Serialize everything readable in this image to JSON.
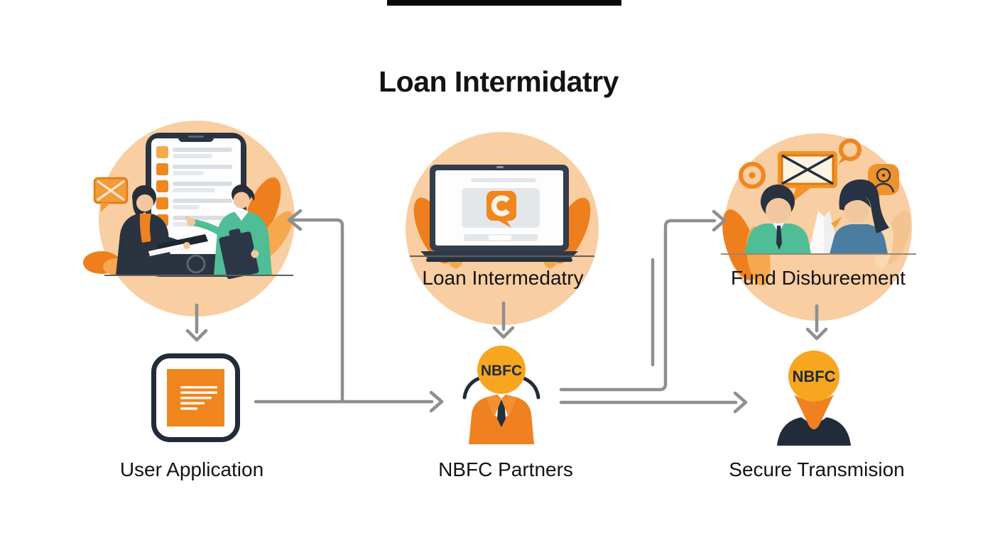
{
  "title": "Loan Intermidatry",
  "nodes": {
    "user_application": {
      "label": "User Application"
    },
    "loan_intermediary": {
      "label": "Loan Intermedatry"
    },
    "nbfc_partners": {
      "label": "NBFC Partners",
      "badge": "NBFC"
    },
    "fund_disbursement": {
      "label": "Fund Disbureement"
    },
    "secure_transmission": {
      "label": "Secure Transmision",
      "badge": "NBFC"
    }
  },
  "colors": {
    "accent_orange": "#EE8120",
    "peach_circle": "#F8CEA2",
    "navy": "#222B3A",
    "nbfc_yellow": "#F6A61F",
    "connector_gray": "#8F8F8F",
    "text": "#131313"
  }
}
